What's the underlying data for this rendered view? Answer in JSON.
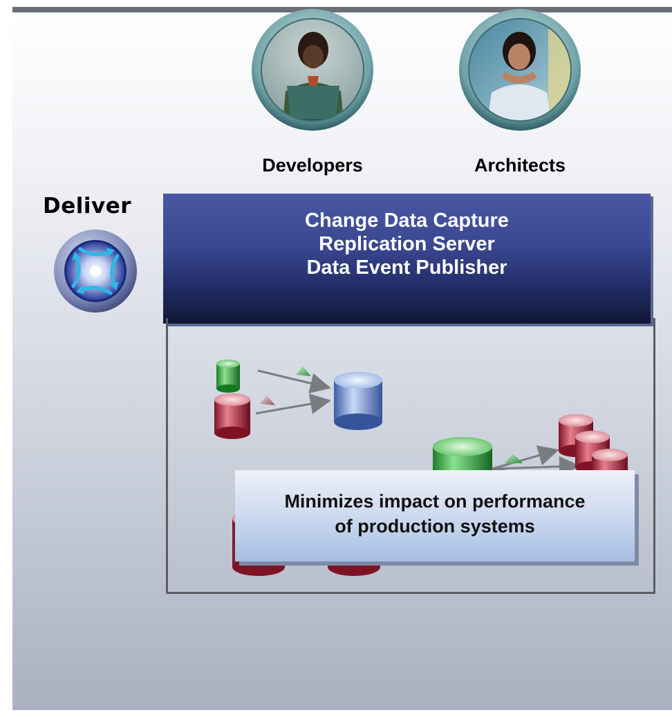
{
  "personas": [
    {
      "label": "Developers",
      "icon": "developer-photo"
    },
    {
      "label": "Architects",
      "icon": "architect-photo"
    }
  ],
  "deliver": {
    "label": "Deliver",
    "icon": "deliver-arrows-icon"
  },
  "header": {
    "lines": [
      "Change Data Capture",
      "Replication Server",
      "Data Event Publisher"
    ]
  },
  "note": {
    "lines": [
      "Minimizes impact on performance",
      "of production systems"
    ]
  },
  "colors": {
    "header_band": "#2b3a7e",
    "note_box": "#c3d4ec",
    "db_green": "#3fb04a",
    "db_red": "#b52a3e",
    "db_blue": "#6d8fd0",
    "arrow": "#7a7c80"
  }
}
